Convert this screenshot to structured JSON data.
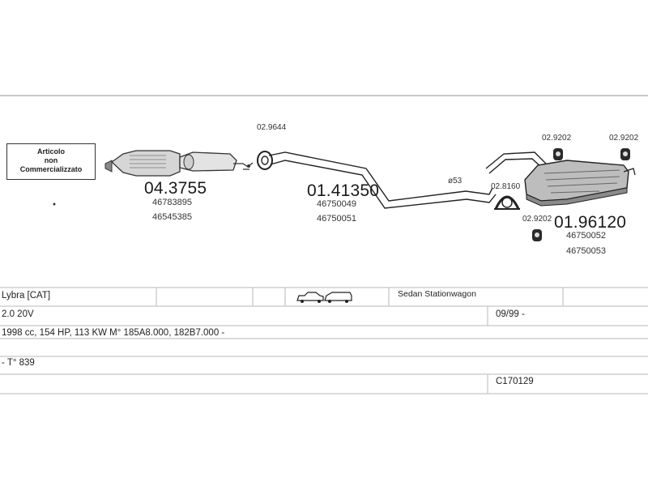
{
  "diagram": {
    "not_commercialized_box": [
      "Articolo",
      "non",
      "Commercializzato"
    ],
    "parts": [
      {
        "code": "04.3755",
        "refs": [
          "46783895",
          "46545385"
        ]
      },
      {
        "code": "01.41350",
        "refs": [
          "46750049",
          "46750051"
        ]
      },
      {
        "code": "01.96120",
        "refs": [
          "46750052",
          "46750053"
        ]
      }
    ],
    "fittings": {
      "clamp_top": "02.9644",
      "diameter": "ø53",
      "mount_right_1": "02.9202",
      "mount_right_2": "02.9202",
      "mount_bottom": "02.9202",
      "hanger": "02.8160"
    },
    "table": {
      "model": "Lybra  [CAT]",
      "body_types": "Sedan Stationwagon",
      "engine": "2.0 20V",
      "date": "09/99 -",
      "specs": "1998 cc, 154 HP, 113 KW M° 185A8.000, 182B7.000 -",
      "type_no": "- T° 839",
      "catalog_no": "C170129"
    },
    "colors": {
      "line": "#bdbdbd",
      "part_fill": "#d9d9d9",
      "part_dark": "#555555"
    }
  }
}
